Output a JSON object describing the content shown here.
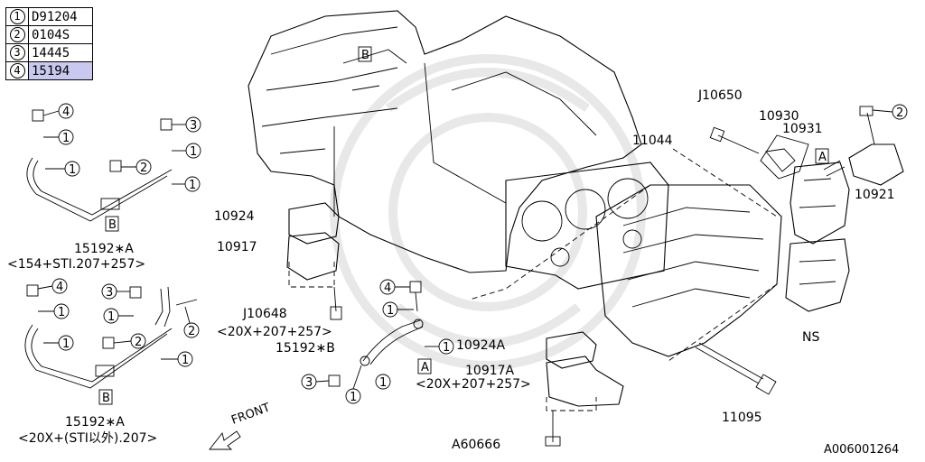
{
  "legend": {
    "rows": [
      {
        "num": "1",
        "code": "D91204",
        "highlight": false
      },
      {
        "num": "2",
        "code": "0104S",
        "highlight": false
      },
      {
        "num": "3",
        "code": "14445",
        "highlight": false
      },
      {
        "num": "4",
        "code": "15194",
        "highlight": true
      }
    ]
  },
  "labels": {
    "j10650": "J10650",
    "p10930": "10930",
    "p10931": "10931",
    "p11044": "11044",
    "p10921": "10921",
    "p10924": "10924",
    "p10917": "10917",
    "j10648": "J10648",
    "j10648_spec": "<20X+207+257>",
    "p15192b": "15192∗B",
    "p10924a": "10924A",
    "p10917a": "10917A",
    "p10917a_spec": "<20X+207+257>",
    "ns": "NS",
    "p11095": "11095",
    "a60666": "A60666",
    "p15192a_top": "15192∗A",
    "p15192a_top_spec": "<154+STI.207+257>",
    "p15192a_bot": "15192∗A",
    "p15192a_bot_spec": "<20X+(STI以外).207>",
    "front": "FRONT",
    "diagram_id": "A006001264"
  },
  "refs": {
    "a": "A",
    "b": "B",
    "n1": "1",
    "n2": "2",
    "n3": "3",
    "n4": "4"
  },
  "icons": {
    "front_arrow": "front-arrow-icon",
    "callout": "numbered-callout-icon"
  }
}
